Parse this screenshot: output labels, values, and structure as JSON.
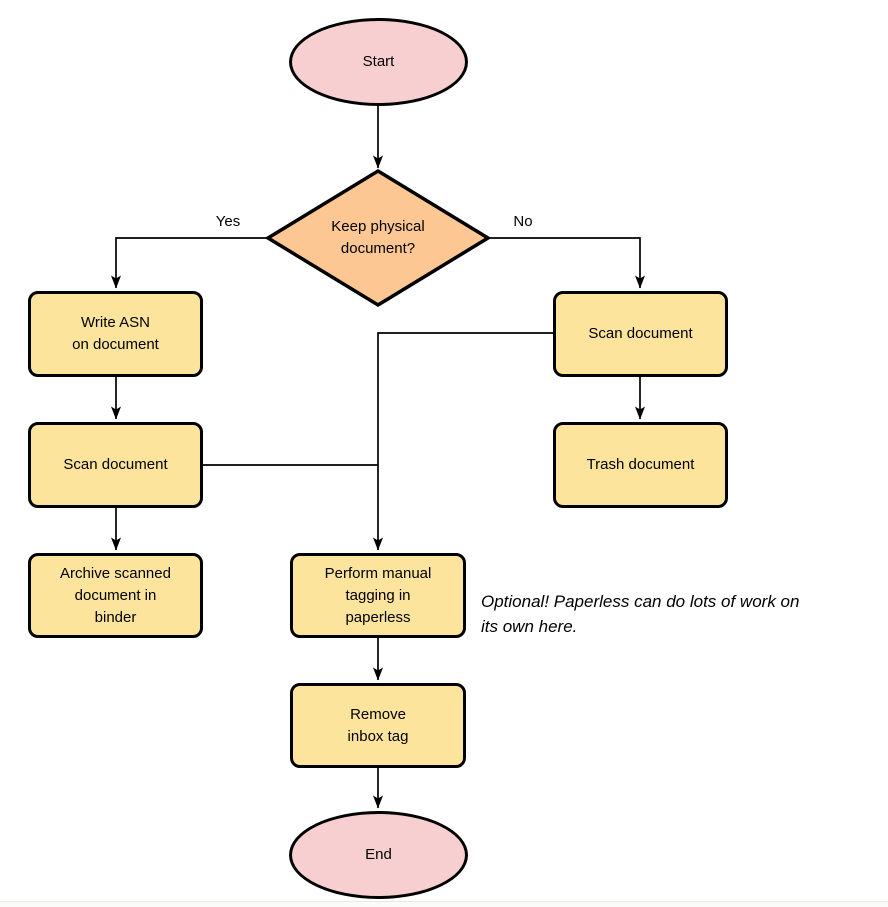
{
  "diagram": {
    "type": "flowchart",
    "nodes": {
      "start": {
        "label": "Start",
        "shape": "terminator"
      },
      "decision": {
        "label": "Keep physical\ndocument?",
        "shape": "decision"
      },
      "write_asn": {
        "label": "Write ASN\non document",
        "shape": "process"
      },
      "scan_left": {
        "label": "Scan document",
        "shape": "process"
      },
      "archive": {
        "label": "Archive scanned\ndocument in\nbinder",
        "shape": "process"
      },
      "scan_right": {
        "label": "Scan document",
        "shape": "process"
      },
      "trash": {
        "label": "Trash document",
        "shape": "process"
      },
      "perform_tagging": {
        "label": "Perform manual\ntagging in\npaperless",
        "shape": "process"
      },
      "remove_inbox": {
        "label": "Remove\ninbox tag",
        "shape": "process"
      },
      "end": {
        "label": "End",
        "shape": "terminator"
      }
    },
    "edge_labels": {
      "yes": "Yes",
      "no": "No"
    },
    "note": "Optional! Paperless can do lots of work on\nits own here.",
    "colors": {
      "terminator_fill": "#F8CFD0",
      "decision_fill": "#FCC793",
      "process_fill": "#FCE49C",
      "stroke": "#000000"
    }
  }
}
